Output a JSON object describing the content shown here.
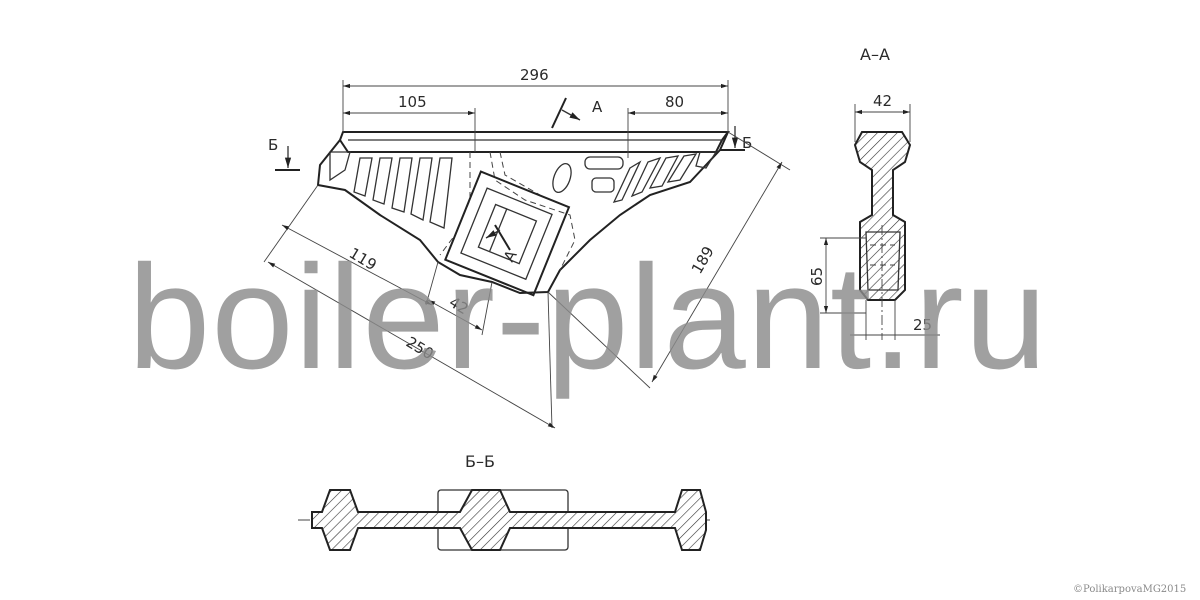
{
  "drawing": {
    "main_view": {
      "dim_length_top": "296",
      "dim_left_segment": "105",
      "dim_right_segment": "80",
      "dim_diagonal_long": "250",
      "dim_diagonal_mid": "119",
      "dim_slot_width": "42",
      "dim_height": "189"
    },
    "section_a": {
      "title": "А–А",
      "cut_label_1": "А",
      "cut_label_2": "А",
      "dim_width": "42",
      "dim_height": "65",
      "dim_bottom": "25"
    },
    "section_b": {
      "title": "Б–Б",
      "cut_label_left": "Б",
      "cut_label_right": "Б"
    }
  },
  "watermark": "boiler-plant.ru",
  "copyright": "©PolikarpovaMG2015"
}
